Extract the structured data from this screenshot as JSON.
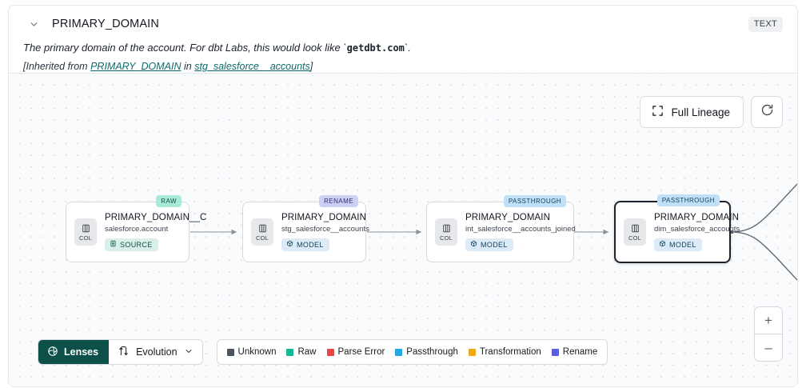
{
  "header": {
    "chevron_icon": "chevron-down-icon",
    "title": "PRIMARY_DOMAIN",
    "type_badge": "TEXT",
    "description_pre": "The primary domain of the account. For dbt Labs, this would look like `",
    "description_code": "getdbt.com",
    "description_post": "`.",
    "inherited_pre": "[Inherited from ",
    "inherited_link_1": "PRIMARY_DOMAIN",
    "inherited_mid": " in ",
    "inherited_link_2": "stg_salesforce__accounts",
    "inherited_post": "]"
  },
  "controls": {
    "full_lineage_label": "Full Lineage",
    "full_lineage_icon": "expand-corners-icon",
    "refresh_icon": "refresh-icon",
    "zoom_in_label": "+",
    "zoom_out_label": "–"
  },
  "graph": {
    "nodes": [
      {
        "pill": "RAW",
        "pill_kind": "raw",
        "col_label": "COL",
        "col_icon": "column-icon",
        "name": "PRIMARY_DOMAIN__C",
        "sub": "salesforce.account",
        "tag": "SOURCE",
        "tag_kind": "source",
        "tag_icon": "database-icon",
        "selected": false
      },
      {
        "pill": "RENAME",
        "pill_kind": "rename",
        "col_label": "COL",
        "col_icon": "column-icon",
        "name": "PRIMARY_DOMAIN",
        "sub": "stg_salesforce__accounts",
        "tag": "MODEL",
        "tag_kind": "model",
        "tag_icon": "cube-icon",
        "selected": false
      },
      {
        "pill": "PASSTHROUGH",
        "pill_kind": "passthrough",
        "col_label": "COL",
        "col_icon": "column-icon",
        "name": "PRIMARY_DOMAIN",
        "sub": "int_salesforce__accounts_joined",
        "tag": "MODEL",
        "tag_kind": "model",
        "tag_icon": "cube-icon",
        "selected": false
      },
      {
        "pill": "PASSTHROUGH",
        "pill_kind": "passthrough",
        "col_label": "COL",
        "col_icon": "column-icon",
        "name": "PRIMARY_DOMAIN",
        "sub": "dim_salesforce_accounts",
        "tag": "MODEL",
        "tag_kind": "model",
        "tag_icon": "cube-icon",
        "selected": true
      }
    ]
  },
  "bottom": {
    "lenses_label": "Lenses",
    "lenses_icon": "aperture-icon",
    "evolution_label": "Evolution",
    "evolution_icon": "evolution-arrows-icon",
    "evolution_chevron_icon": "chevron-down-icon",
    "legend": [
      {
        "label": "Unknown",
        "color": "#4b5560"
      },
      {
        "label": "Raw",
        "color": "#14b894"
      },
      {
        "label": "Parse Error",
        "color": "#ee4343"
      },
      {
        "label": "Passthrough",
        "color": "#22a7e0"
      },
      {
        "label": "Transformation",
        "color": "#f0a815"
      },
      {
        "label": "Rename",
        "color": "#5b5de0"
      }
    ]
  }
}
